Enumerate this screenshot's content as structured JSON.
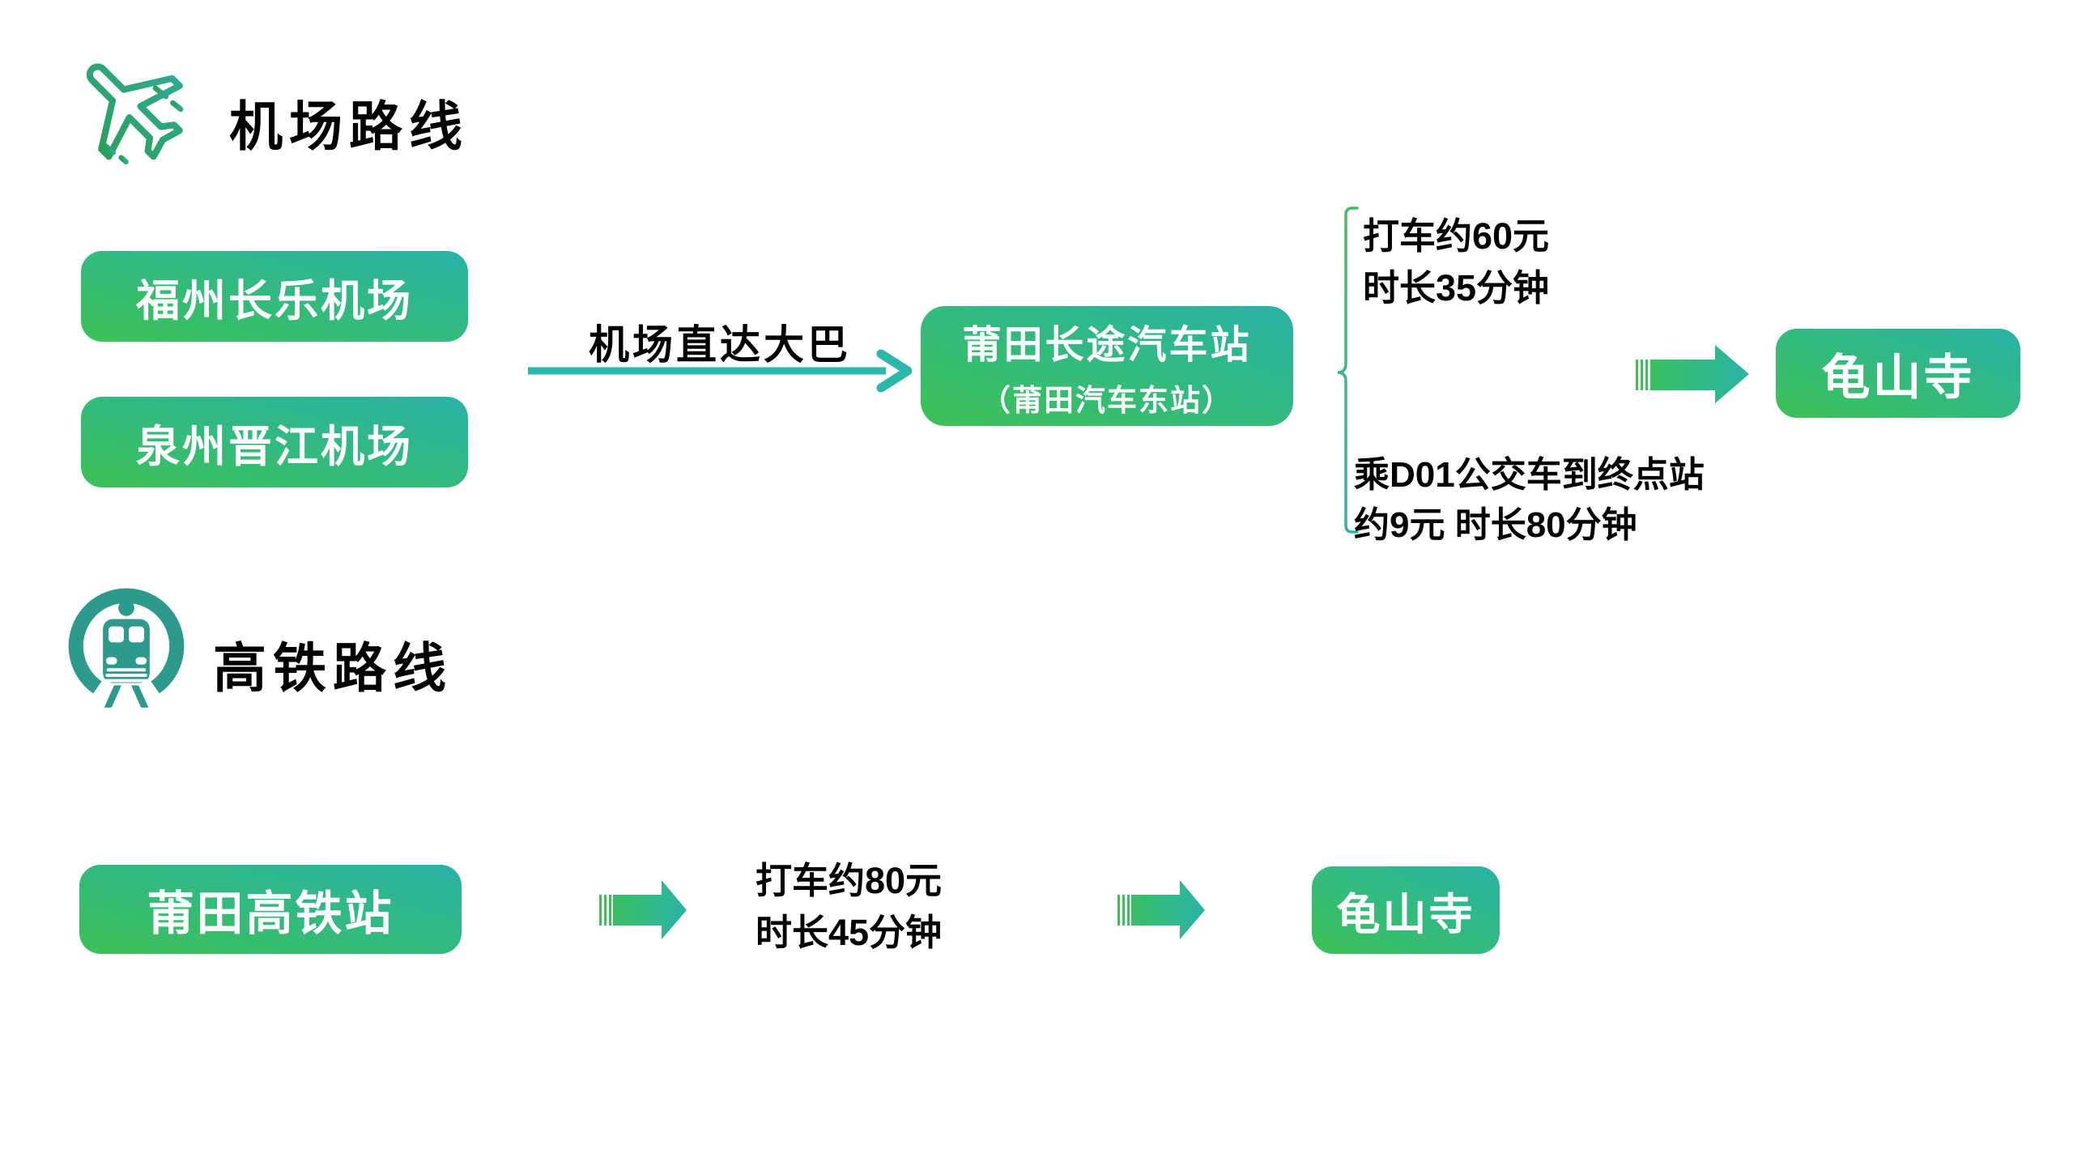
{
  "palette": {
    "gradient_green": "#3dc156",
    "gradient_teal": "#29b2a7",
    "arrow_teal": "#2bb8aa",
    "plane_icon_green": "#2aa062",
    "train_icon_teal": "#2e9a8e",
    "text_color": "#000000",
    "node_text_color": "#ffffff",
    "background": "#ffffff"
  },
  "airport": {
    "icon": "plane-icon",
    "title": "机场路线",
    "origin_boxes": [
      {
        "label": "福州长乐机场"
      },
      {
        "label": "泉州晋江机场"
      }
    ],
    "bus_arrow_label": "机场直达大巴",
    "hub_box": {
      "name": "莆田长途汽车站",
      "alias": "（莆田汽车东站）"
    },
    "taxi_option": {
      "line1": "打车约60元",
      "line2": "时长35分钟"
    },
    "bus_option": {
      "line1": "乘D01公交车到终点站",
      "line2": "约9元 时长80分钟"
    },
    "destination_box": {
      "label": "龟山寺"
    }
  },
  "rail": {
    "icon": "train-icon",
    "title": "高铁路线",
    "origin_box": {
      "label": "莆田高铁站"
    },
    "taxi_note": {
      "line1": "打车约80元",
      "line2": "时长45分钟"
    },
    "destination_box": {
      "label": "龟山寺"
    }
  }
}
